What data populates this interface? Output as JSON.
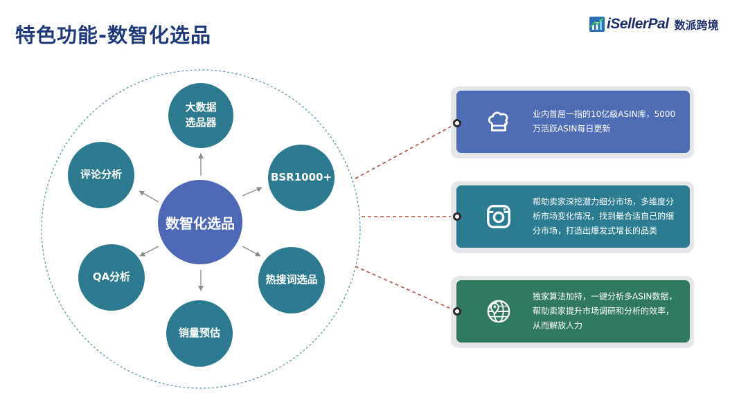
{
  "title": "特色功能-数智化选品",
  "brand": {
    "name": "iSellerPal",
    "name_cn": "数派跨境",
    "icon": "bar-chart-logo"
  },
  "diagram": {
    "center": "数智化选品",
    "nodes": [
      {
        "label": "大数据\n选品器"
      },
      {
        "label": "BSR1000+"
      },
      {
        "label": "热搜词选品"
      },
      {
        "label": "销量预估"
      },
      {
        "label": "QA分析"
      },
      {
        "label": "评论分析"
      }
    ]
  },
  "cards": [
    {
      "text": "业内首屈一指的10亿级ASIN库，5000万活跃ASIN每日更新",
      "icon": "chef-hat-icon",
      "color": "#4f6db5"
    },
    {
      "text": "帮助卖家深挖潜力细分市场，多维度分析市场变化情况，找到最合适自己的细分市场，打造出爆发式增长的品类",
      "icon": "camera-icon",
      "color": "#2b7b91"
    },
    {
      "text": "独家算法加持，一键分析多ASIN数据，帮助卖家提升市场调研和分析的效率，从而解放人力",
      "icon": "globe-location-icon",
      "color": "#2f7a5f"
    }
  ],
  "colors": {
    "title": "#1f3a78",
    "node": "#2c7a90",
    "center": "#4d68b4",
    "connector": "#b0503e"
  }
}
